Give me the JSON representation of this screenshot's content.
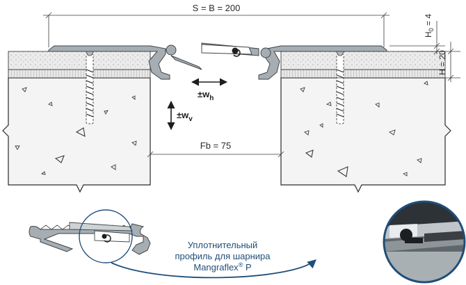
{
  "dimensions": {
    "span_label": "S = B = 200",
    "h0_label": "H",
    "h0_sub": "0",
    "h0_value": " = 4",
    "h_label": "H = 20",
    "gap_label": "Fb = 75"
  },
  "motion": {
    "horizontal_prefix": "±w",
    "horizontal_sub": "h",
    "vertical_prefix": "±w",
    "vertical_sub": "v"
  },
  "caption": {
    "line1": "Уплотнительный",
    "line2": "профиль для шарнира",
    "line3": "Mangraflex",
    "line3_mark": "®",
    "line3_suffix": " P"
  },
  "colors": {
    "profile_fill": "#a7aeb3",
    "profile_stroke": "#3f4448",
    "concrete_fill": "#f4f4f4",
    "screed_fill": "#e4e4e4",
    "caption_color": "#1f4e79",
    "callout_arrow": "#1f4e79"
  }
}
